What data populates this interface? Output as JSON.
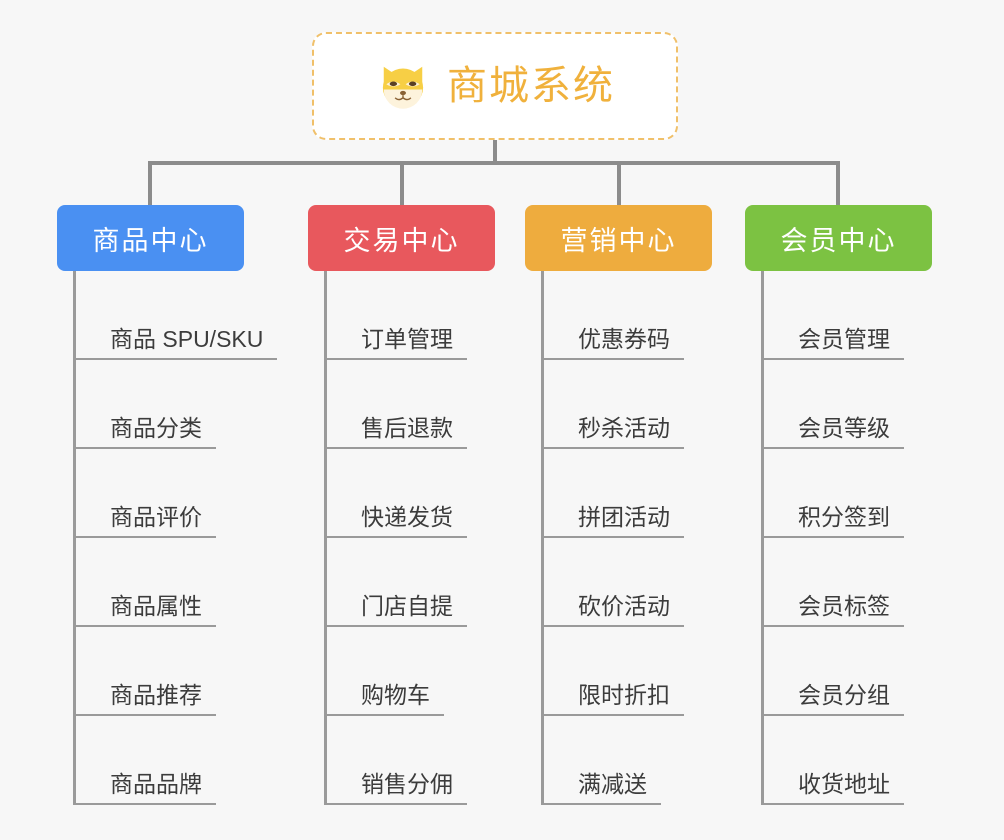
{
  "diagram": {
    "title": "商城系统",
    "root": {
      "label": "商城系统",
      "icon": "shiba-dog-icon",
      "text_color": "#f0b13c",
      "border_color": "#f0c06a",
      "background": "#ffffff"
    },
    "connector_color": "#8c8c8c",
    "background": "#f7f7f7",
    "columns": [
      {
        "label": "商品中心",
        "color": "#4a90f2",
        "items": [
          "商品 SPU/SKU",
          "商品分类",
          "商品评价",
          "商品属性",
          "商品推荐",
          "商品品牌"
        ]
      },
      {
        "label": "交易中心",
        "color": "#e8585d",
        "items": [
          "订单管理",
          "售后退款",
          "快递发货",
          "门店自提",
          "购物车",
          "销售分佣"
        ]
      },
      {
        "label": "营销中心",
        "color": "#eeac3e",
        "items": [
          "优惠券码",
          "秒杀活动",
          "拼团活动",
          "砍价活动",
          "限时折扣",
          "满减送"
        ]
      },
      {
        "label": "会员中心",
        "color": "#7cc242",
        "items": [
          "会员管理",
          "会员等级",
          "积分签到",
          "会员标签",
          "会员分组",
          "收货地址"
        ]
      }
    ]
  }
}
